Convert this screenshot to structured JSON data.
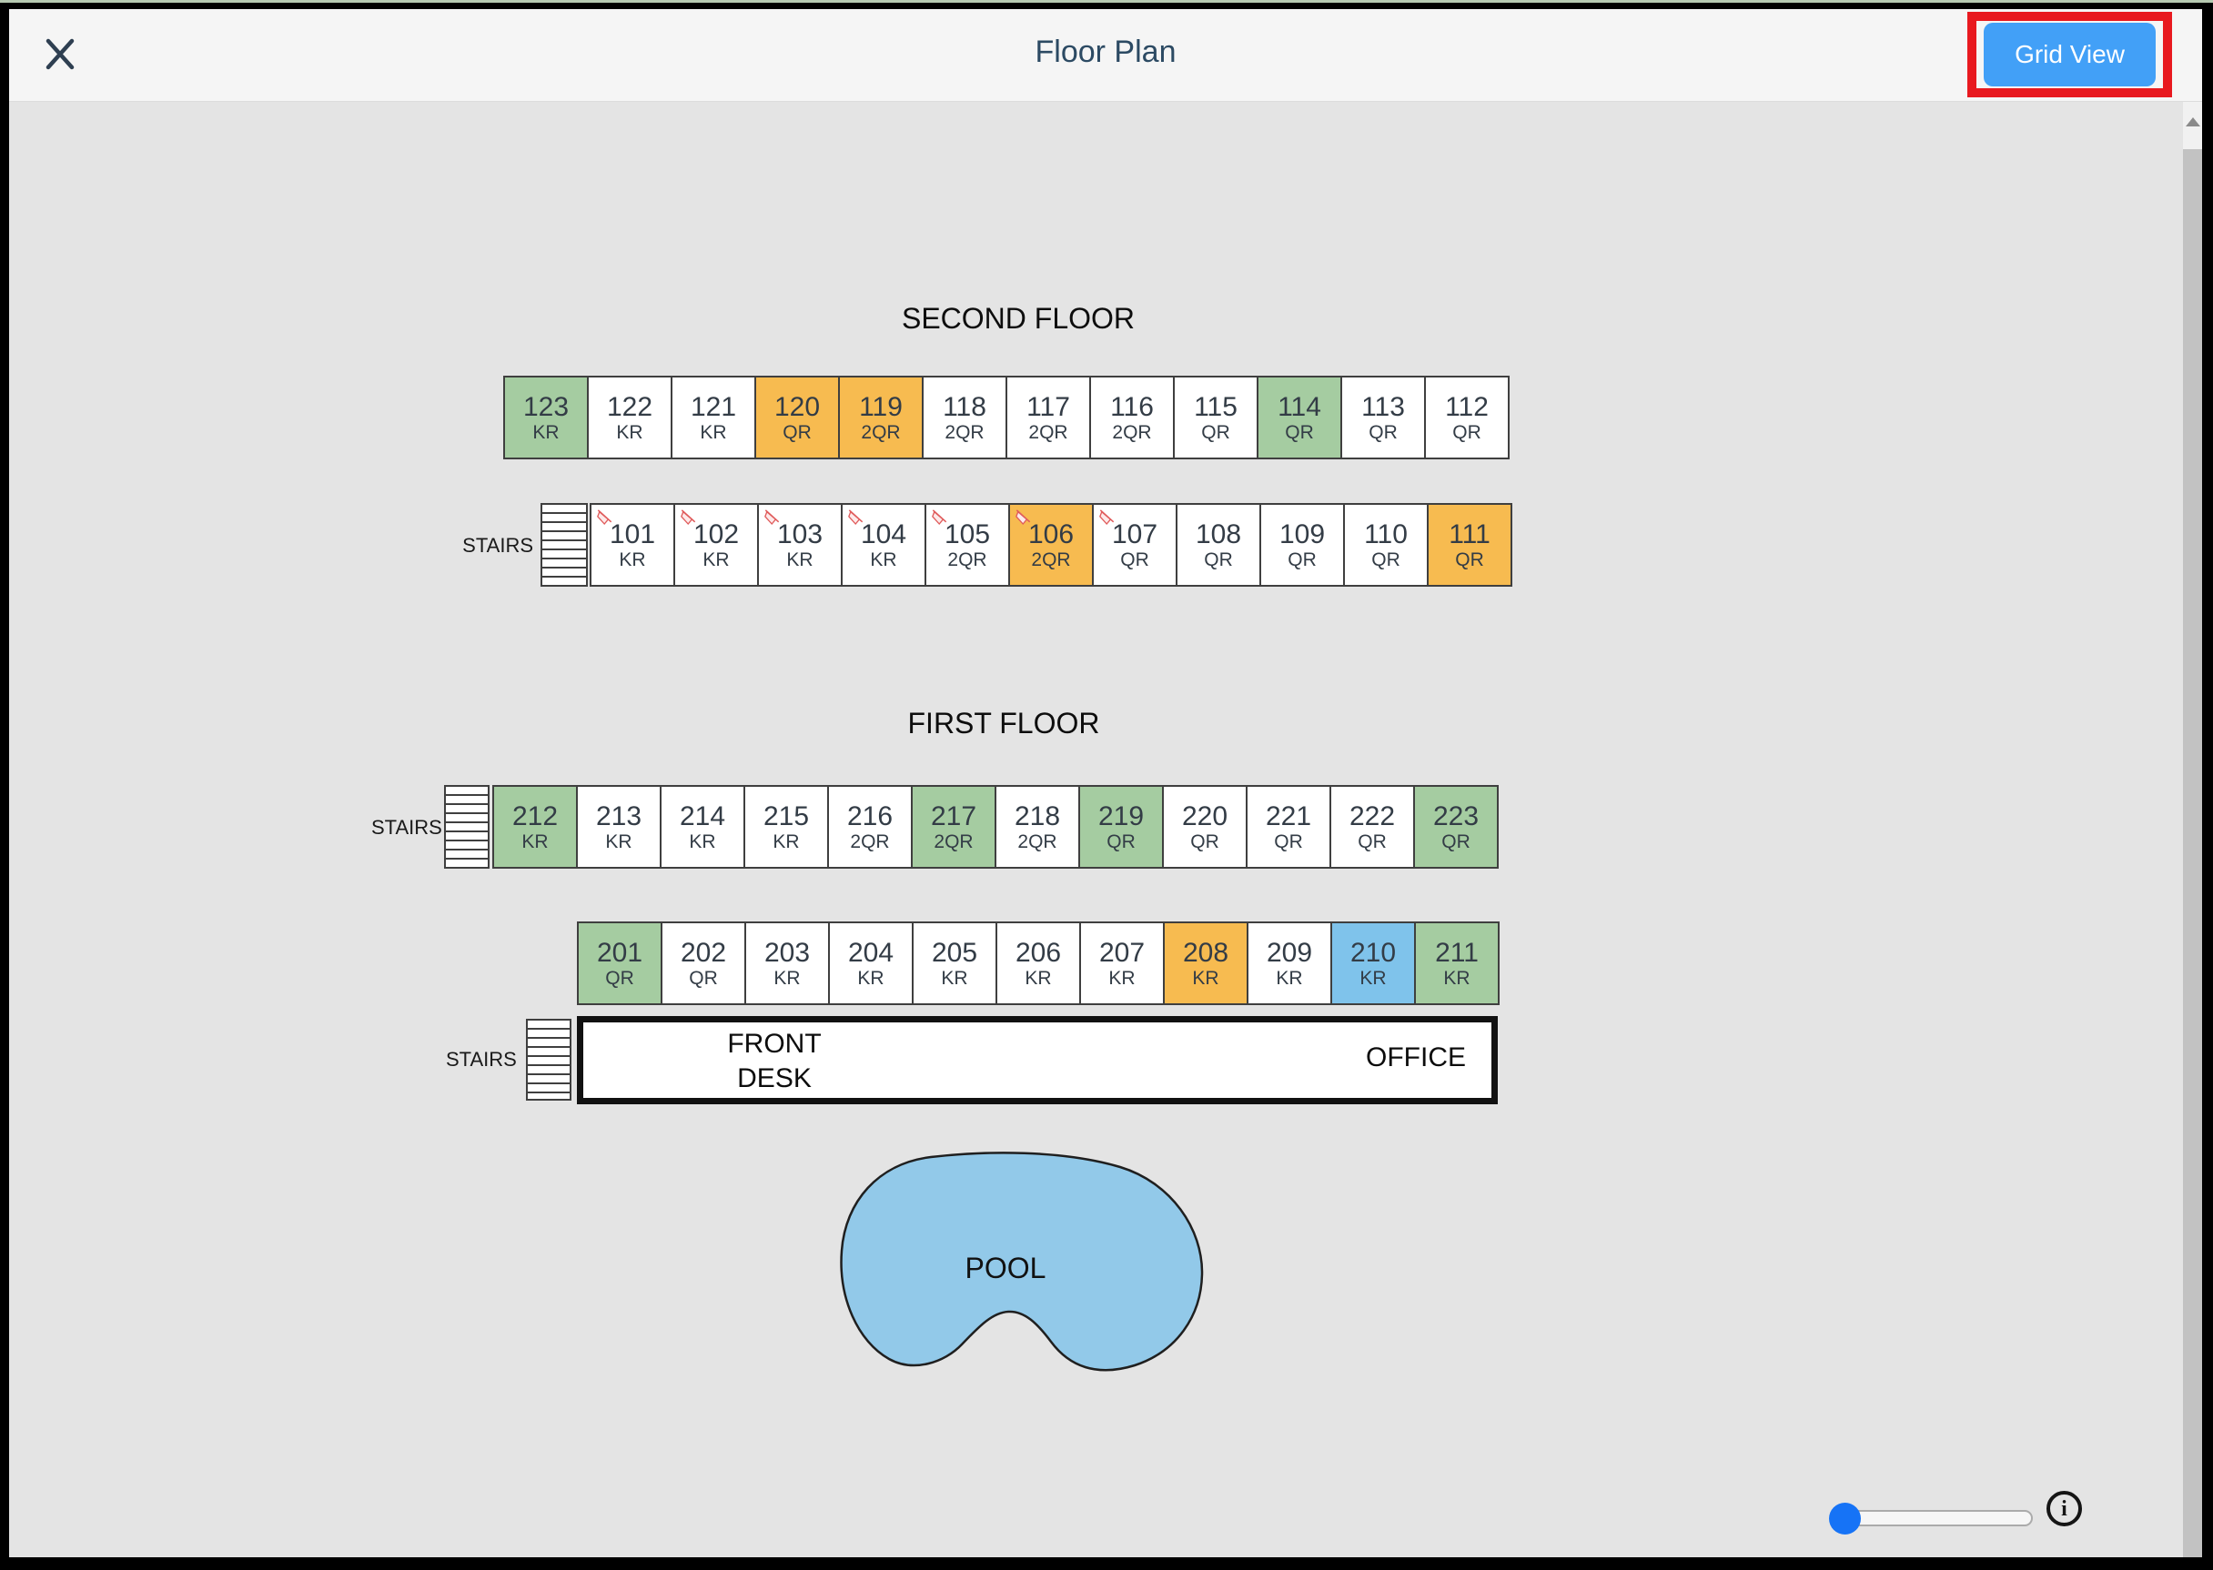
{
  "header": {
    "title": "Floor Plan",
    "grid_view_button": {
      "label": "Grid View"
    }
  },
  "labels": {
    "stairs": "STAIRS",
    "front_desk_line1": "FRONT",
    "front_desk_line2": "DESK",
    "office": "OFFICE",
    "pool": "POOL"
  },
  "icons": {
    "close": "✕",
    "info": "i",
    "scroll_up": "▲",
    "flag": "red-flag"
  },
  "room_colors": {
    "white": "#ffffff",
    "green": "#a5cca1",
    "orange": "#f7bb50",
    "blue": "#7fc3eb"
  },
  "accent_colors": {
    "button_blue": "#42a0f7",
    "annotation_red": "#e8191f",
    "slider_blue": "#1673f6",
    "flag_red": "#e05c5c",
    "pool_blue": "#92c9e9",
    "title_text": "#2c4a63"
  },
  "floors": [
    {
      "title": "SECOND FLOOR",
      "rows": [
        {
          "id": "second-top",
          "stairs": false,
          "rooms": [
            {
              "number": "123",
              "type": "KR",
              "color": "green",
              "flag": false
            },
            {
              "number": "122",
              "type": "KR",
              "color": "white",
              "flag": false
            },
            {
              "number": "121",
              "type": "KR",
              "color": "white",
              "flag": false
            },
            {
              "number": "120",
              "type": "QR",
              "color": "orange",
              "flag": false
            },
            {
              "number": "119",
              "type": "2QR",
              "color": "orange",
              "flag": false
            },
            {
              "number": "118",
              "type": "2QR",
              "color": "white",
              "flag": false
            },
            {
              "number": "117",
              "type": "2QR",
              "color": "white",
              "flag": false
            },
            {
              "number": "116",
              "type": "2QR",
              "color": "white",
              "flag": false
            },
            {
              "number": "115",
              "type": "QR",
              "color": "white",
              "flag": false
            },
            {
              "number": "114",
              "type": "QR",
              "color": "green",
              "flag": false
            },
            {
              "number": "113",
              "type": "QR",
              "color": "white",
              "flag": false
            },
            {
              "number": "112",
              "type": "QR",
              "color": "white",
              "flag": false
            }
          ]
        },
        {
          "id": "second-bottom",
          "stairs": true,
          "rooms": [
            {
              "number": "101",
              "type": "KR",
              "color": "white",
              "flag": true
            },
            {
              "number": "102",
              "type": "KR",
              "color": "white",
              "flag": true
            },
            {
              "number": "103",
              "type": "KR",
              "color": "white",
              "flag": true
            },
            {
              "number": "104",
              "type": "KR",
              "color": "white",
              "flag": true
            },
            {
              "number": "105",
              "type": "2QR",
              "color": "white",
              "flag": true
            },
            {
              "number": "106",
              "type": "2QR",
              "color": "orange",
              "flag": true
            },
            {
              "number": "107",
              "type": "QR",
              "color": "white",
              "flag": true
            },
            {
              "number": "108",
              "type": "QR",
              "color": "white",
              "flag": false
            },
            {
              "number": "109",
              "type": "QR",
              "color": "white",
              "flag": false
            },
            {
              "number": "110",
              "type": "QR",
              "color": "white",
              "flag": false
            },
            {
              "number": "111",
              "type": "QR",
              "color": "orange",
              "flag": false
            }
          ]
        }
      ]
    },
    {
      "title": "FIRST FLOOR",
      "rows": [
        {
          "id": "first-top",
          "stairs": true,
          "rooms": [
            {
              "number": "212",
              "type": "KR",
              "color": "green",
              "flag": false
            },
            {
              "number": "213",
              "type": "KR",
              "color": "white",
              "flag": false
            },
            {
              "number": "214",
              "type": "KR",
              "color": "white",
              "flag": false
            },
            {
              "number": "215",
              "type": "KR",
              "color": "white",
              "flag": false
            },
            {
              "number": "216",
              "type": "2QR",
              "color": "white",
              "flag": false
            },
            {
              "number": "217",
              "type": "2QR",
              "color": "green",
              "flag": false
            },
            {
              "number": "218",
              "type": "2QR",
              "color": "white",
              "flag": false
            },
            {
              "number": "219",
              "type": "QR",
              "color": "green",
              "flag": false
            },
            {
              "number": "220",
              "type": "QR",
              "color": "white",
              "flag": false
            },
            {
              "number": "221",
              "type": "QR",
              "color": "white",
              "flag": false
            },
            {
              "number": "222",
              "type": "QR",
              "color": "white",
              "flag": false
            },
            {
              "number": "223",
              "type": "QR",
              "color": "green",
              "flag": false
            }
          ]
        },
        {
          "id": "first-bottom",
          "stairs": false,
          "rooms": [
            {
              "number": "201",
              "type": "QR",
              "color": "green",
              "flag": false
            },
            {
              "number": "202",
              "type": "QR",
              "color": "white",
              "flag": false
            },
            {
              "number": "203",
              "type": "KR",
              "color": "white",
              "flag": false
            },
            {
              "number": "204",
              "type": "KR",
              "color": "white",
              "flag": false
            },
            {
              "number": "205",
              "type": "KR",
              "color": "white",
              "flag": false
            },
            {
              "number": "206",
              "type": "KR",
              "color": "white",
              "flag": false
            },
            {
              "number": "207",
              "type": "KR",
              "color": "white",
              "flag": false
            },
            {
              "number": "208",
              "type": "KR",
              "color": "orange",
              "flag": false
            },
            {
              "number": "209",
              "type": "KR",
              "color": "white",
              "flag": false
            },
            {
              "number": "210",
              "type": "KR",
              "color": "blue",
              "flag": false
            },
            {
              "number": "211",
              "type": "KR",
              "color": "green",
              "flag": false
            }
          ]
        }
      ]
    }
  ]
}
